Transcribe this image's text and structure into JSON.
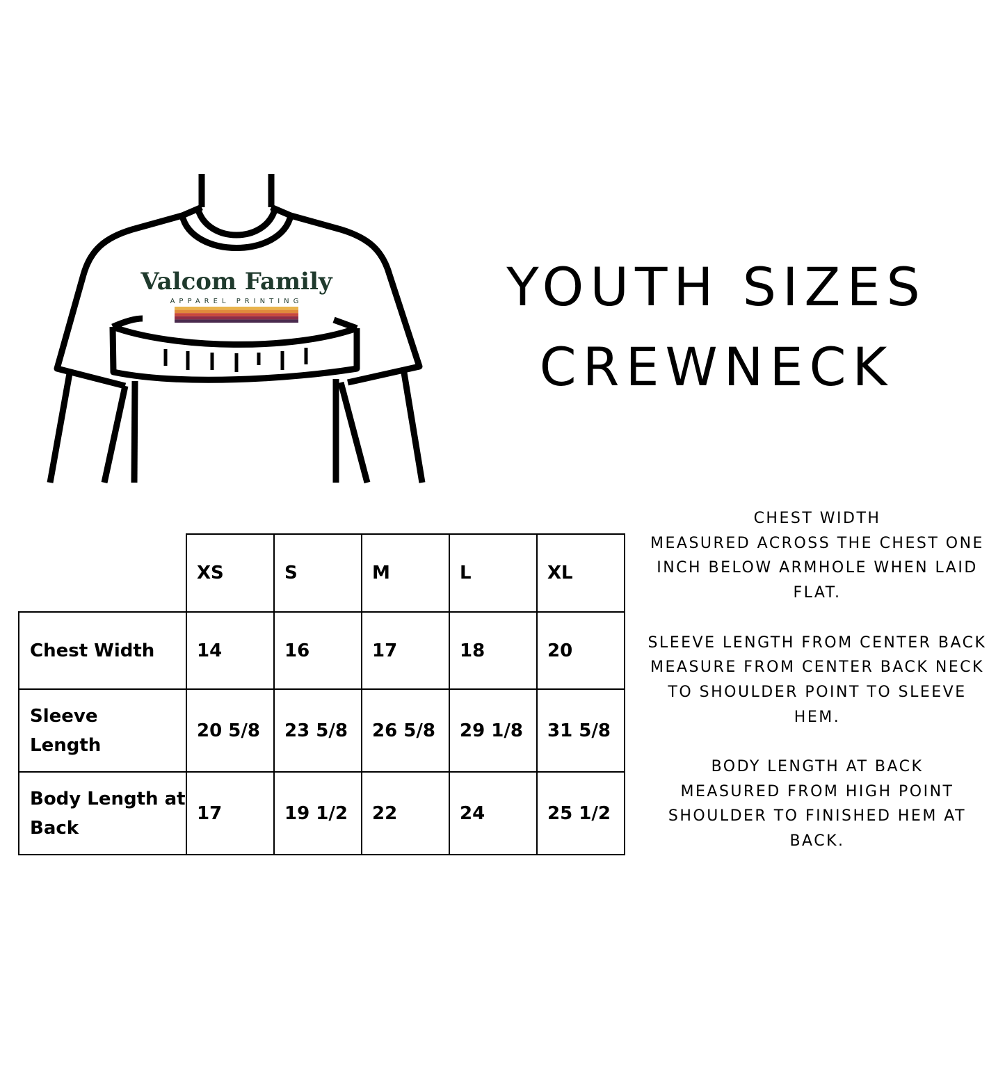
{
  "title": {
    "line1": "YOUTH SIZES",
    "line2": "CREWNECK"
  },
  "logo": {
    "brand": "Valcom Family",
    "tagline": "APPAREL PRINTING",
    "stripe_colors": [
      "#e9b44c",
      "#e08a3c",
      "#c9483b",
      "#8e2d47",
      "#4a2b4e"
    ],
    "brand_color": "#1f3a2d"
  },
  "illustration_icon": "crewneck-with-measuring-tape",
  "table": {
    "sizes": [
      "XS",
      "S",
      "M",
      "L",
      "XL"
    ],
    "rows": [
      {
        "label": "Chest Width",
        "values": [
          "14",
          "16",
          "17",
          "18",
          "20"
        ]
      },
      {
        "label": "Sleeve Length",
        "values": [
          "20 5/8",
          "23 5/8",
          "26 5/8",
          "29 1/8",
          "31 5/8"
        ]
      },
      {
        "label": "Body Length at Back",
        "values": [
          "17",
          "19 1/2",
          "22",
          "24",
          "25 1/2"
        ]
      }
    ]
  },
  "notes": [
    {
      "heading": "CHEST WIDTH",
      "text": "MEASURED ACROSS THE CHEST ONE INCH BELOW ARMHOLE WHEN LAID FLAT."
    },
    {
      "heading": "SLEEVE LENGTH FROM CENTER BACK",
      "text": "MEASURE FROM CENTER BACK NECK TO SHOULDER POINT TO SLEEVE HEM."
    },
    {
      "heading": "BODY LENGTH AT BACK",
      "text": "MEASURED FROM HIGH POINT SHOULDER TO FINISHED HEM AT BACK."
    }
  ]
}
